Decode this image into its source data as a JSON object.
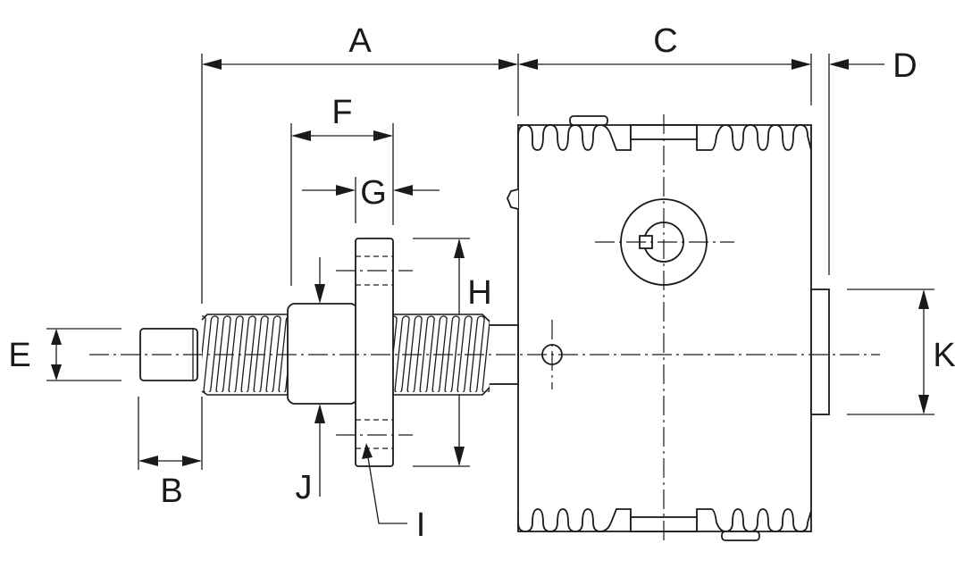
{
  "labels": {
    "A": "A",
    "B": "B",
    "C": "C",
    "D": "D",
    "E": "E",
    "F": "F",
    "G": "G",
    "H": "H",
    "I": "I",
    "J": "J",
    "K": "K"
  },
  "colors": {
    "line": "#1a1a1a",
    "background": "#ffffff"
  }
}
